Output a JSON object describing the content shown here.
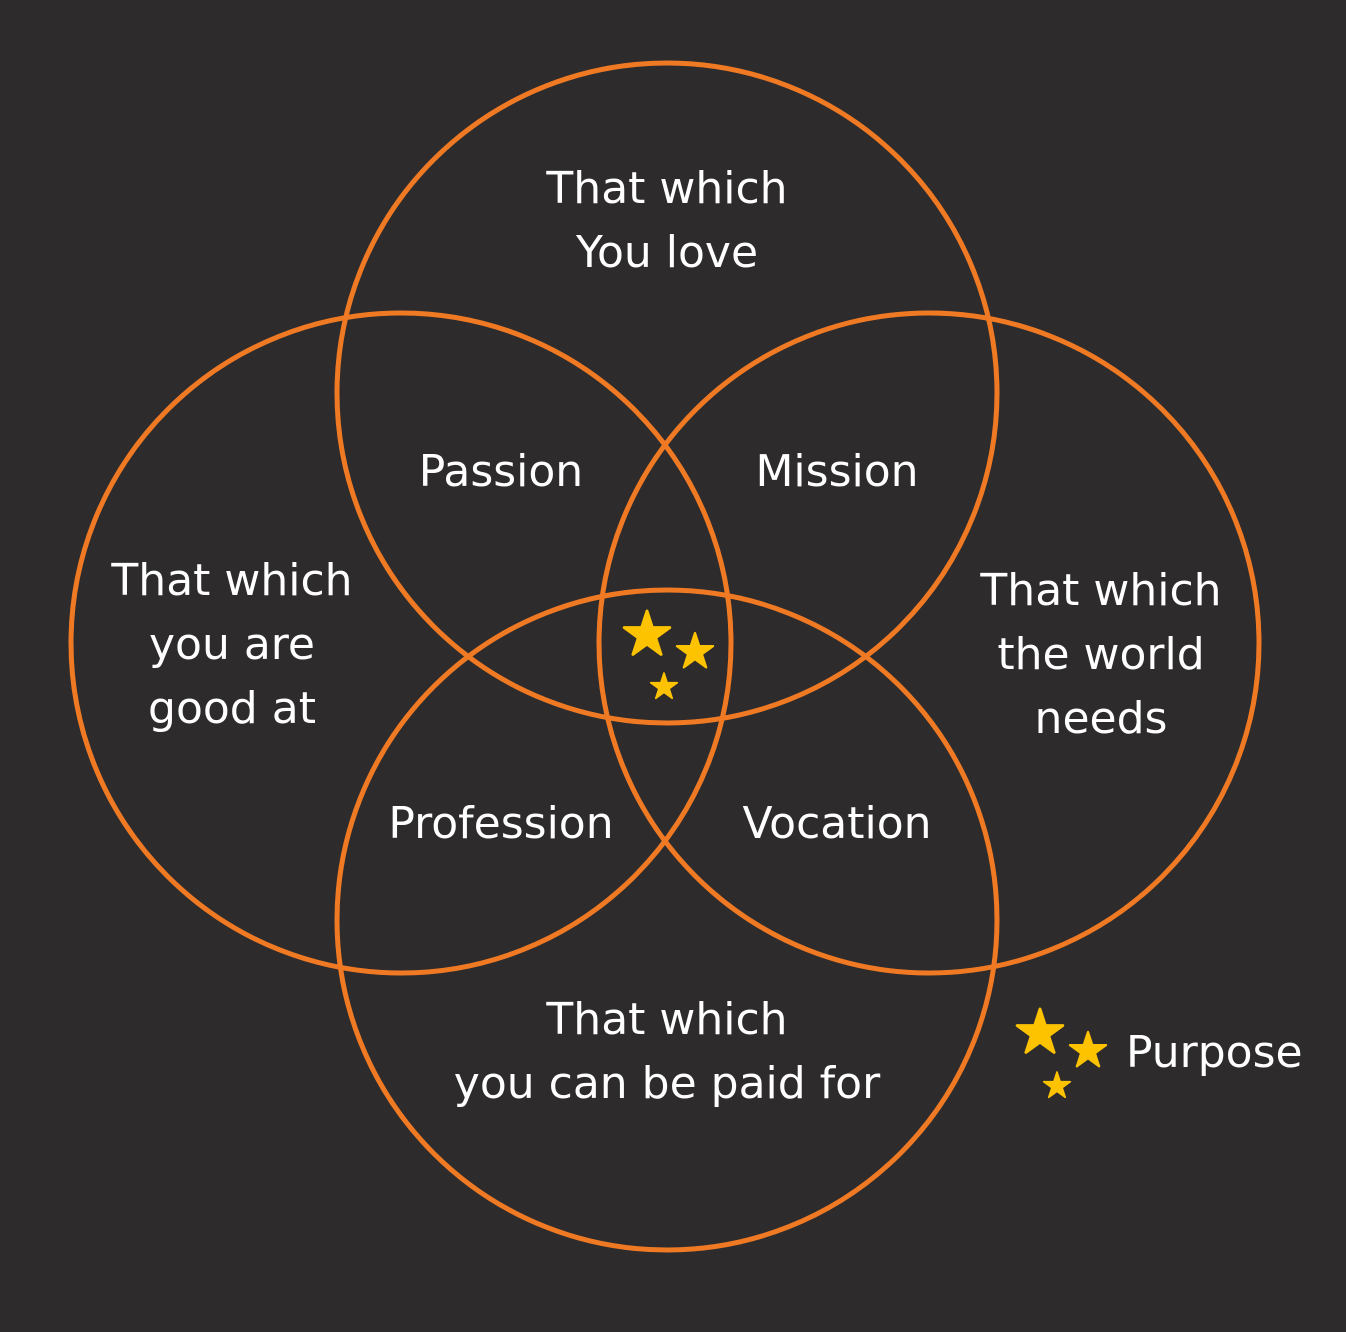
{
  "colors": {
    "background": "#2d2b2c",
    "circle_stroke": "#f07a24",
    "text": "#ffffff",
    "star": "#fdc300"
  },
  "circles": {
    "top": {
      "line1": "That which",
      "line2": "You love"
    },
    "left": {
      "line1": "That which",
      "line2": "you are",
      "line3": "good at"
    },
    "right": {
      "line1": "That which",
      "line2": "the world",
      "line3": "needs"
    },
    "bottom": {
      "line1": "That which",
      "line2": "you can be paid for"
    }
  },
  "intersections": {
    "passion": "Passion",
    "mission": "Mission",
    "profession": "Profession",
    "vocation": "Vocation"
  },
  "center_icon": "three-stars-icon",
  "legend": {
    "icon": "three-stars-icon",
    "label": "Purpose"
  }
}
